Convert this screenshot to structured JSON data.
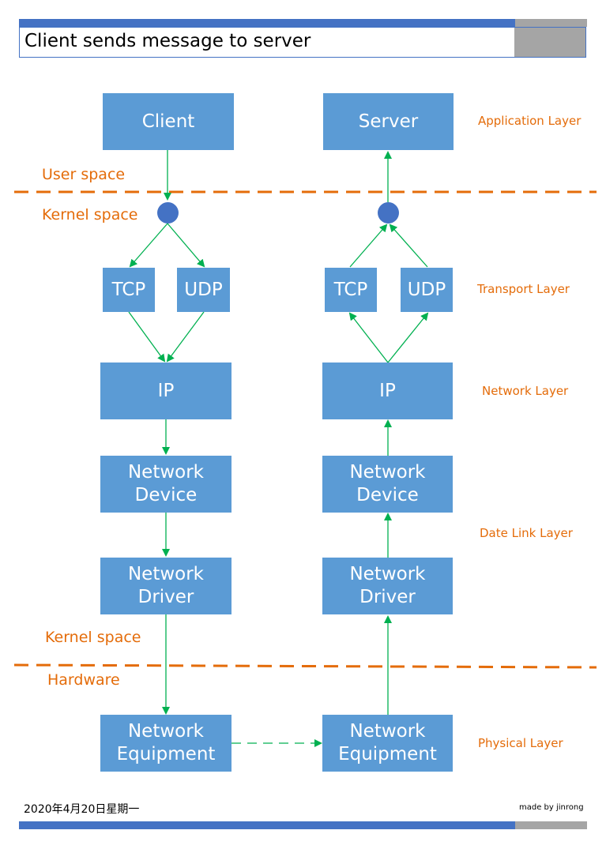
{
  "title": "Client sends message to server",
  "client_stack": {
    "app": "Client",
    "tcp": "TCP",
    "udp": "UDP",
    "ip": "IP",
    "device_line1": "Network",
    "device_line2": "Device",
    "driver_line1": "Network",
    "driver_line2": "Driver",
    "equipment_line1": "Network",
    "equipment_line2": "Equipment"
  },
  "server_stack": {
    "app": "Server",
    "tcp": "TCP",
    "udp": "UDP",
    "ip": "IP",
    "device_line1": "Network",
    "device_line2": "Device",
    "driver_line1": "Network",
    "driver_line2": "Driver",
    "equipment_line1": "Network",
    "equipment_line2": "Equipment"
  },
  "boundaries": {
    "user_space": "User space",
    "kernel_space_top": "Kernel space",
    "kernel_space_bottom": "Kernel space",
    "hardware": "Hardware"
  },
  "layers": {
    "application": "Application Layer",
    "transport": "Transport Layer",
    "network": "Network Layer",
    "data_link": "Date Link Layer",
    "physical": "Physical Layer"
  },
  "footer": {
    "date": "2020年4月20日星期一",
    "credit": "made by jinrong"
  },
  "colors": {
    "box_fill": "#5b9bd5",
    "node_fill": "#4472c4",
    "arrow": "#00b050",
    "dashed_boundary": "#e46c0a",
    "label_text": "#e46c0a",
    "header_bar": "#4472c4",
    "header_gray": "#a5a5a5"
  }
}
